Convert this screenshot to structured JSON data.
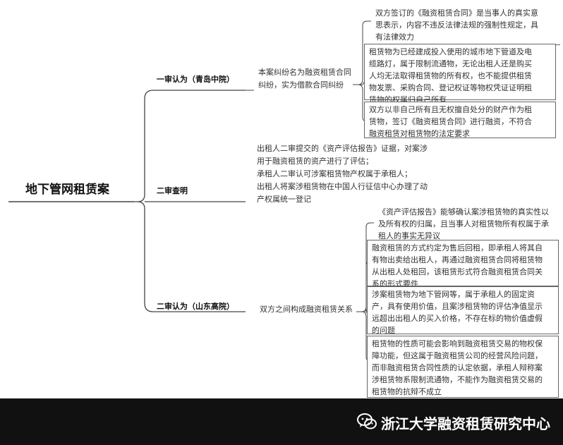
{
  "root": {
    "title": "地下管网租赁案"
  },
  "branches": [
    {
      "label": "一审认为（青岛中院）",
      "summary": [
        "本案纠纷名为融资租赁合同",
        "纠纷，实为借款合同纠纷"
      ],
      "details": [
        [
          "双方签订的《融资租赁合同》是当事人的真实意",
          "思表示，内容不违反法律法规的强制性规定，具",
          "有法律效力"
        ],
        [
          "租赁物为已经建成投入使用的城市地下管道及电",
          "缆路灯，属于限制流通物，无论出租人还是购买",
          "人均无法取得租赁物的所有权，也不能提供租赁",
          "物发票、采购合同、登记权证等物权凭证证明租",
          "赁物的权属归自己所有"
        ],
        [
          "双方以非自己所有且无权擅自处分的财产作为租",
          "赁物，签订《融资租赁合同》进行融资，不符合",
          "融资租赁对租赁物的法定要求"
        ]
      ]
    },
    {
      "label": "二审查明",
      "summary": [
        "出租人二审提交的《资产评估报告》证据，对案涉",
        "用于融资租赁的资产进行了评估；",
        "承租人二审认可涉案租赁物产权属于承租人；",
        "出租人将案涉租赁物在中国人行征信中心办理了动",
        "产权属统一登记"
      ]
    },
    {
      "label": "二审认为（山东高院）",
      "summary": [
        "双方之间构成融资租赁关系"
      ],
      "details": [
        [
          "《资产评估报告》能够确认案涉租赁物的真实性以",
          "及所有权的归属，且当事人对租赁物所有权属于承",
          "租人的事实无异议"
        ],
        [
          "融资租赁的方式约定为售后回租，即承租人将其自",
          "有物出卖给出租人，再通过融资租赁合同将租赁物",
          "从出租人处租回，该租赁形式符合融资租赁合同关",
          "系的形式要件"
        ],
        [
          "涉案租赁物为地下管网等，属于承租人的固定资",
          "产，具有使用价值，且案涉租赁物的评估净值显示",
          "远超出出租人的买入价格，不存在标的物价值虚假",
          "的问题"
        ],
        [
          "租赁物的性质可能会影响到融资租赁交易的物权保",
          "障功能，但这属于融资租赁公司的经营风险问题，",
          "而非融资租赁合同性质的认定依据，承租人辩称案",
          "涉租赁物系限制流通物，不能作为融资租赁交易的",
          "租赁物的抗辩不成立"
        ]
      ]
    }
  ],
  "footer": {
    "logo_icon": "wechat-icon",
    "text": "浙江大学融资租赁研究中心"
  },
  "colors": {
    "line": "#444444",
    "footer_bg": "#111111",
    "footer_text": "#ffffff"
  }
}
